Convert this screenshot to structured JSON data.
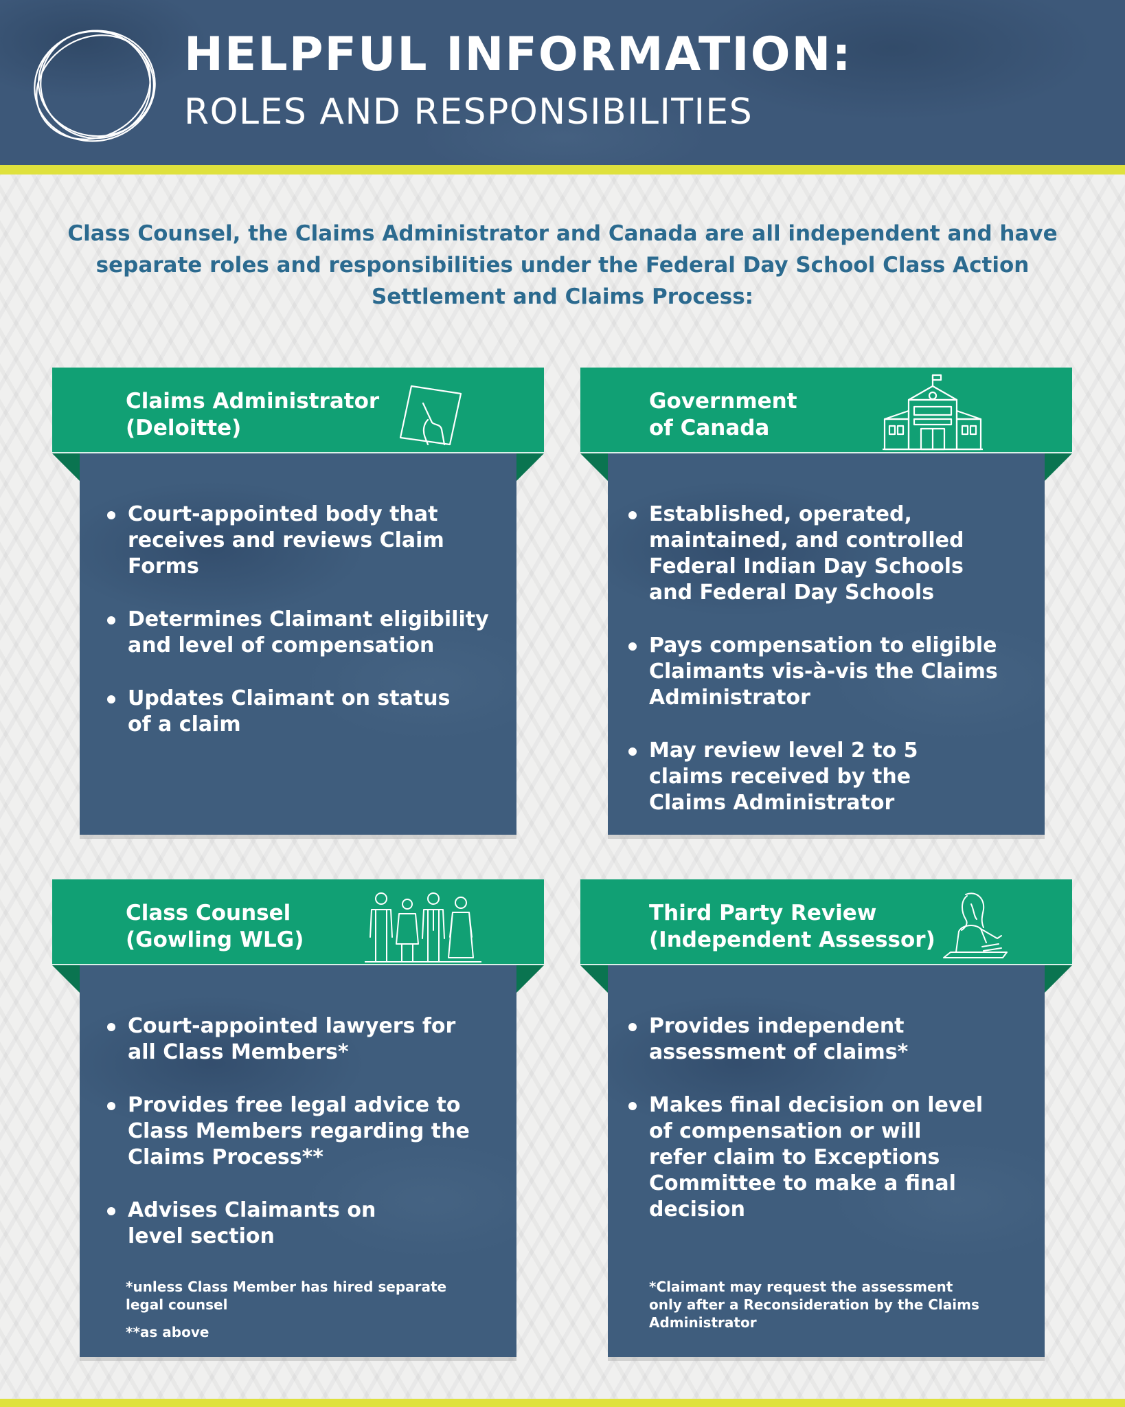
{
  "header": {
    "title": "HELPFUL INFORMATION:",
    "subtitle": "ROLES AND RESPONSIBILITIES"
  },
  "intro": "Class Counsel, the Claims Administrator and Canada are all independent and have separate roles and responsibilities under the Federal Day School Class Action Settlement and Claims Process:",
  "cards": [
    {
      "heading": "Claims Administrator\n(Deloitte)",
      "icon": "document-pen-icon",
      "bullets": [
        "Court-appointed body that\nreceives and reviews Claim\nForms",
        "Determines Claimant eligibility\nand level of compensation",
        "Updates Claimant on status\nof a claim"
      ]
    },
    {
      "heading": "Government\nof Canada",
      "icon": "government-building-icon",
      "bullets": [
        "Established, operated,\nmaintained, and controlled\nFederal Indian Day Schools\nand Federal Day Schools",
        "Pays compensation to eligible\nClaimants vis-à-vis the Claims\nAdministrator",
        "May review level 2 to 5\nclaims received by the\nClaims Administrator"
      ]
    },
    {
      "heading": "Class Counsel\n(Gowling WLG)",
      "icon": "group-of-people-icon",
      "bullets": [
        "Court-appointed lawyers for\nall Class Members*",
        "Provides free legal advice to\nClass Members regarding the\nClaims Process**",
        "Advises Claimants on\nlevel section"
      ],
      "footnotes": [
        "*unless Class Member has hired separate\n legal counsel",
        "**as above"
      ]
    },
    {
      "heading": "Third Party Review\n(Independent Assessor)",
      "icon": "assessor-writing-icon",
      "bullets": [
        "Provides independent\nassessment of claims*",
        "Makes final decision on level\nof compensation or will\nrefer claim to Exceptions\nCommittee to make a final\ndecision"
      ],
      "footnotes": [
        "*Claimant may request the assessment\n only after a Reconsideration by the Claims\n Administrator"
      ]
    }
  ]
}
